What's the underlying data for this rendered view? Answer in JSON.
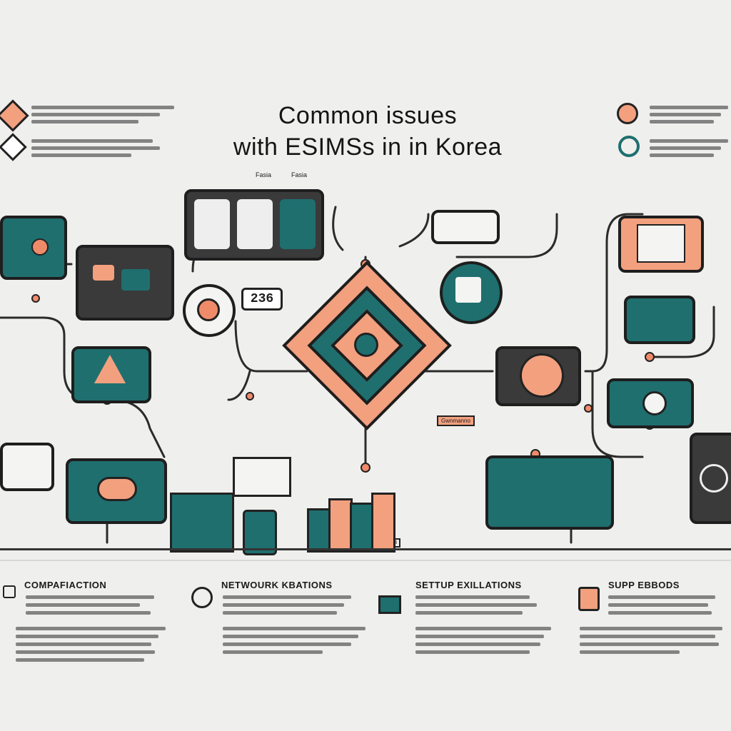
{
  "title": {
    "line1": "Common issues",
    "line2": "with ESIMSs in in Korea"
  },
  "header": {
    "small_labels": [
      "Fasia",
      "Fasia"
    ]
  },
  "center_badges": {
    "number_1": "236",
    "number_2": "236",
    "label_1": "Gwnmanno",
    "label_2": "ESSIBB"
  },
  "categories": [
    {
      "label": "COMPAFIACTION",
      "icon": "sync-icon"
    },
    {
      "label": "NETWOURK KBATIONS",
      "icon": "network-icon"
    },
    {
      "label": "SETTUP EXILLATIONS",
      "icon": "setup-icon"
    },
    {
      "label": "SUPP EBBODS",
      "icon": "support-icon"
    }
  ],
  "colors": {
    "teal": "#1f6f6f",
    "peach": "#f3a07f",
    "coral": "#f08b6a",
    "ink": "#1e1e1e",
    "background": "#efefed"
  }
}
